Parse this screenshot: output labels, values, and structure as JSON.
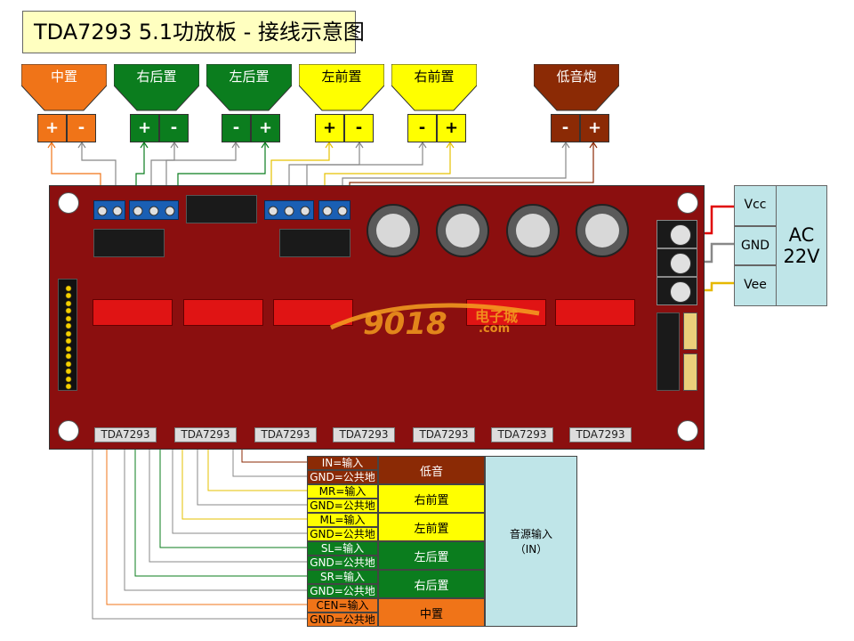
{
  "title": "TDA7293 5.1功放板 - 接线示意图",
  "speakers": [
    {
      "label": "中置",
      "color": "#f07418",
      "t1": "+",
      "t2": "-"
    },
    {
      "label": "右后置",
      "color": "#0b7d1e",
      "t1": "+",
      "t2": "-"
    },
    {
      "label": "左后置",
      "color": "#0b7d1e",
      "t1": "-",
      "t2": "+"
    },
    {
      "label": "左前置",
      "color": "#ffff00",
      "t1": "+",
      "t2": "-"
    },
    {
      "label": "右前置",
      "color": "#ffff00",
      "t1": "-",
      "t2": "+"
    },
    {
      "label": "低音炮",
      "color": "#8b2a05",
      "t1": "-",
      "t2": "+"
    }
  ],
  "chip_labels": [
    "TDA7293",
    "TDA7293",
    "TDA7293",
    "TDA7293",
    "TDA7293",
    "TDA7293",
    "TDA7293"
  ],
  "power": {
    "vcc": "Vcc",
    "gnd": "GND",
    "vee": "Vee",
    "ac_line1": "AC",
    "ac_line2": "22V"
  },
  "watermark": {
    "digits": "9018",
    "site": "电子城",
    "domain": ".com"
  },
  "inputs": [
    {
      "signal": "IN=输入",
      "ground": "GND=公共地",
      "channel": "低音",
      "color": "#8b2a05"
    },
    {
      "signal": "MR=输入",
      "ground": "GND=公共地",
      "channel": "右前置",
      "color": "#ffff00"
    },
    {
      "signal": "ML=输入",
      "ground": "GND=公共地",
      "channel": "左前置",
      "color": "#ffff00"
    },
    {
      "signal": "SL=输入",
      "ground": "GND=公共地",
      "channel": "左后置",
      "color": "#0b7d1e"
    },
    {
      "signal": "SR=输入",
      "ground": "GND=公共地",
      "channel": "右后置",
      "color": "#0b7d1e"
    },
    {
      "signal": "CEN=输入",
      "ground": "GND=公共地",
      "channel": "中置",
      "color": "#f07418"
    }
  ],
  "source": {
    "line1": "音源输入",
    "line2": "（IN）"
  }
}
